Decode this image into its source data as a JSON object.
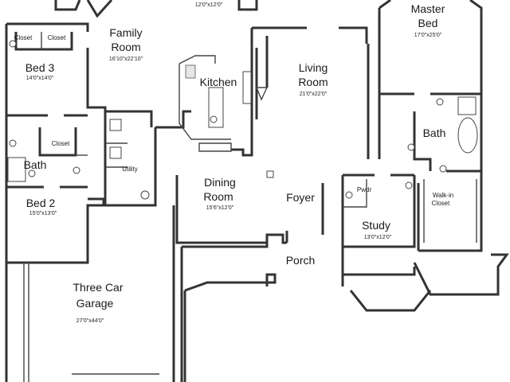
{
  "rooms": {
    "top_partial": {
      "dims": "12'0\"x12'0\""
    },
    "family_room": {
      "name_line1": "Family",
      "name_line2": "Room",
      "dims": "16'10\"x22'10\""
    },
    "bed3": {
      "name": "Bed 3",
      "dims": "14'0\"x14'0\""
    },
    "closet_a": {
      "name": "Closet"
    },
    "closet_b": {
      "name": "Closet"
    },
    "closet_c": {
      "name": "Closet"
    },
    "kitchen": {
      "name": "Kitchen"
    },
    "living_room": {
      "name_line1": "Living",
      "name_line2": "Room",
      "dims": "21'0\"x22'0\""
    },
    "master_bed": {
      "name_line1": "Master",
      "name_line2": "Bed",
      "dims": "17'0\"x25'0\""
    },
    "master_bath": {
      "name": "Bath"
    },
    "bath2": {
      "name": "Bath"
    },
    "bed2": {
      "name": "Bed 2",
      "dims": "15'0\"x13'0\""
    },
    "utility": {
      "name": "Utility"
    },
    "dining_room": {
      "name_line1": "Dining",
      "name_line2": "Room",
      "dims": "15'6\"x12'0\""
    },
    "foyer": {
      "name": "Foyer"
    },
    "powder": {
      "name": "Pwdr"
    },
    "walkin_closet": {
      "name_line1": "Walk-in",
      "name_line2": "Closet"
    },
    "study": {
      "name": "Study",
      "dims": "13'0\"x12'0\""
    },
    "porch": {
      "name": "Porch"
    },
    "garage": {
      "name_line1": "Three Car",
      "name_line2": "Garage",
      "dims": "27'0\"x44'0\""
    }
  }
}
